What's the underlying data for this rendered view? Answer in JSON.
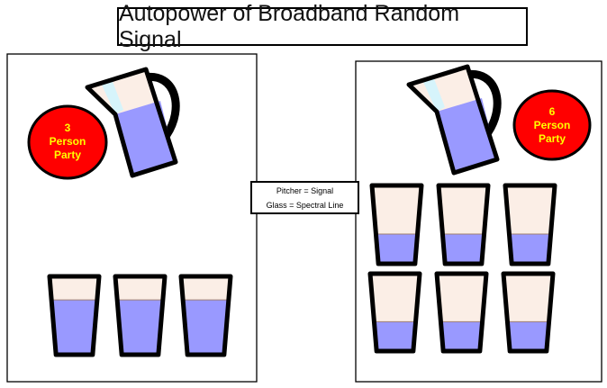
{
  "title": "Autopower of Broadband Random Signal",
  "legend": {
    "line1": "Pitcher = Signal",
    "line2": "Glass = Spectral Line"
  },
  "left_panel": {
    "badge": {
      "number": "3",
      "word1": "Person",
      "word2": "Party"
    },
    "glass_count": 3,
    "glass_fill_fraction": 0.7
  },
  "right_panel": {
    "badge": {
      "number": "6",
      "word1": "Person",
      "word2": "Party"
    },
    "glass_count": 6,
    "glass_fill_fraction": 0.38
  },
  "colors": {
    "liquid": "#9999ff",
    "glass_bg": "#fbeee6",
    "badge": "#ff0000",
    "badge_text": "#ffff00"
  }
}
